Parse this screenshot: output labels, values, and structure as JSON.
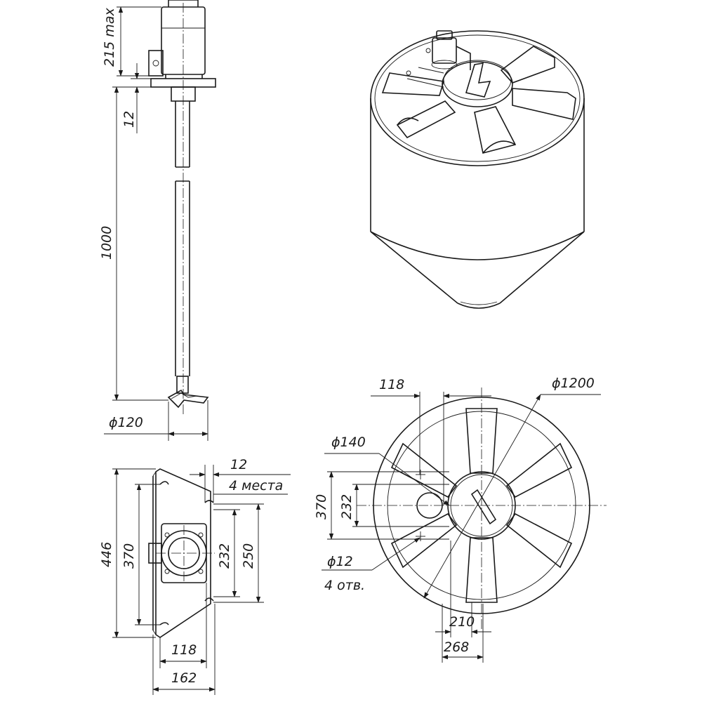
{
  "drawing": {
    "side_view": {
      "dim_motor": "215 max",
      "dim_flange": "12",
      "dim_shaft": "1000",
      "dim_impeller": "ϕ120"
    },
    "bracket_view": {
      "dim_slot": "12",
      "dim_slot_note": "4 места",
      "dim_height_total": "446",
      "dim_height_holes": "370",
      "dim_232": "232",
      "dim_250": "250",
      "dim_118": "118",
      "dim_162": "162"
    },
    "plan_view": {
      "dim_118": "118",
      "dim_diameter": "ϕ1200",
      "dim_hatch": "ϕ140",
      "dim_370": "370",
      "dim_232": "232",
      "dim_holes": "ϕ12",
      "dim_holes_note": "4 отв.",
      "dim_210": "210",
      "dim_268": "268"
    }
  }
}
